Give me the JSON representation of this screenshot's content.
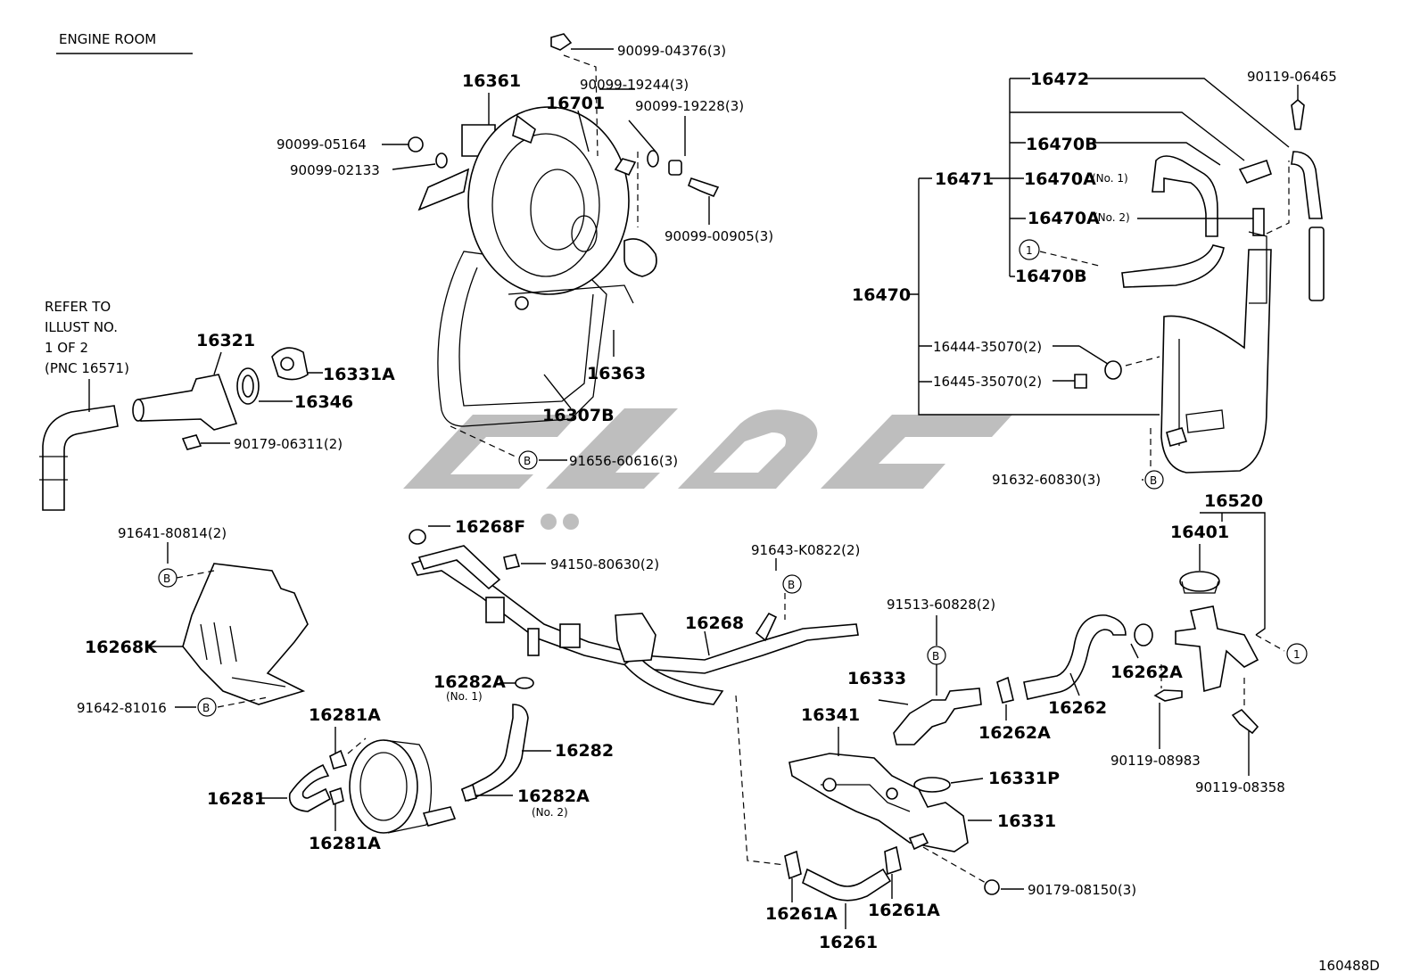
{
  "header": {
    "section_title": "ENGINE ROOM"
  },
  "footer": {
    "illustration_code": "160488D"
  },
  "refer_note": [
    "REFER TO",
    "ILLUST NO.",
    "1 OF 2",
    "(PNC 16571)"
  ],
  "callouts": {
    "p16361": "16361",
    "p16701": "16701",
    "p90099_04376": "90099-04376(3)",
    "p90099_19244": "90099-19244(3)",
    "p90099_19228": "90099-19228(3)",
    "p90099_05164": "90099-05164",
    "p90099_02133": "90099-02133",
    "p90099_00905": "90099-00905(3)",
    "p16363": "16363",
    "p16307B": "16307B",
    "p91656_60616": "91656-60616(3)",
    "p16321": "16321",
    "p16331A": "16331A",
    "p16346": "16346",
    "p90179_06311": "90179-06311(2)",
    "p16472": "16472",
    "p90119_06465": "90119-06465",
    "p16470B_top": "16470B",
    "p16471": "16471",
    "p16470A1": "16470A",
    "p16470A1_note": "(No. 1)",
    "p16470A2": "16470A",
    "p16470A2_note": "(No. 2)",
    "p16470B_bot": "16470B",
    "p16470": "16470",
    "p16444": "16444-35070(2)",
    "p16445": "16445-35070(2)",
    "p91632_60830": "91632-60830(3)",
    "p16520": "16520",
    "p16401": "16401",
    "p16268F": "16268F",
    "p94150_80630": "94150-80630(2)",
    "p91643_K0822": "91643-K0822(2)",
    "p16268": "16268",
    "p91641_80814": "91641-80814(2)",
    "p16268K": "16268K",
    "p91642_81016": "91642-81016",
    "p91513_60828": "91513-60828(2)",
    "p16333": "16333",
    "p16262A_a": "16262A",
    "p16262A_b": "16262A",
    "p16262": "16262",
    "p90119_08983": "90119-08983",
    "p90119_08358": "90119-08358",
    "p16341": "16341",
    "p16331P": "16331P",
    "p16331": "16331",
    "p16282A1": "16282A",
    "p16282A1_note": "(No. 1)",
    "p16282": "16282",
    "p16282A2": "16282A",
    "p16282A2_note": "(No. 2)",
    "p16281A_top": "16281A",
    "p16281": "16281",
    "p16281A_bot": "16281A",
    "p16261A_a": "16261A",
    "p16261A_b": "16261A",
    "p16261": "16261",
    "p90179_08150": "90179-08150(3)"
  },
  "symbols": {
    "bolt_marker": "B",
    "ref_marker": "1"
  },
  "icons": [
    "fan-shroud-icon",
    "thermostat-icon",
    "reservoir-tank-icon",
    "hose-icon",
    "oil-cooler-icon",
    "water-pipe-icon"
  ]
}
